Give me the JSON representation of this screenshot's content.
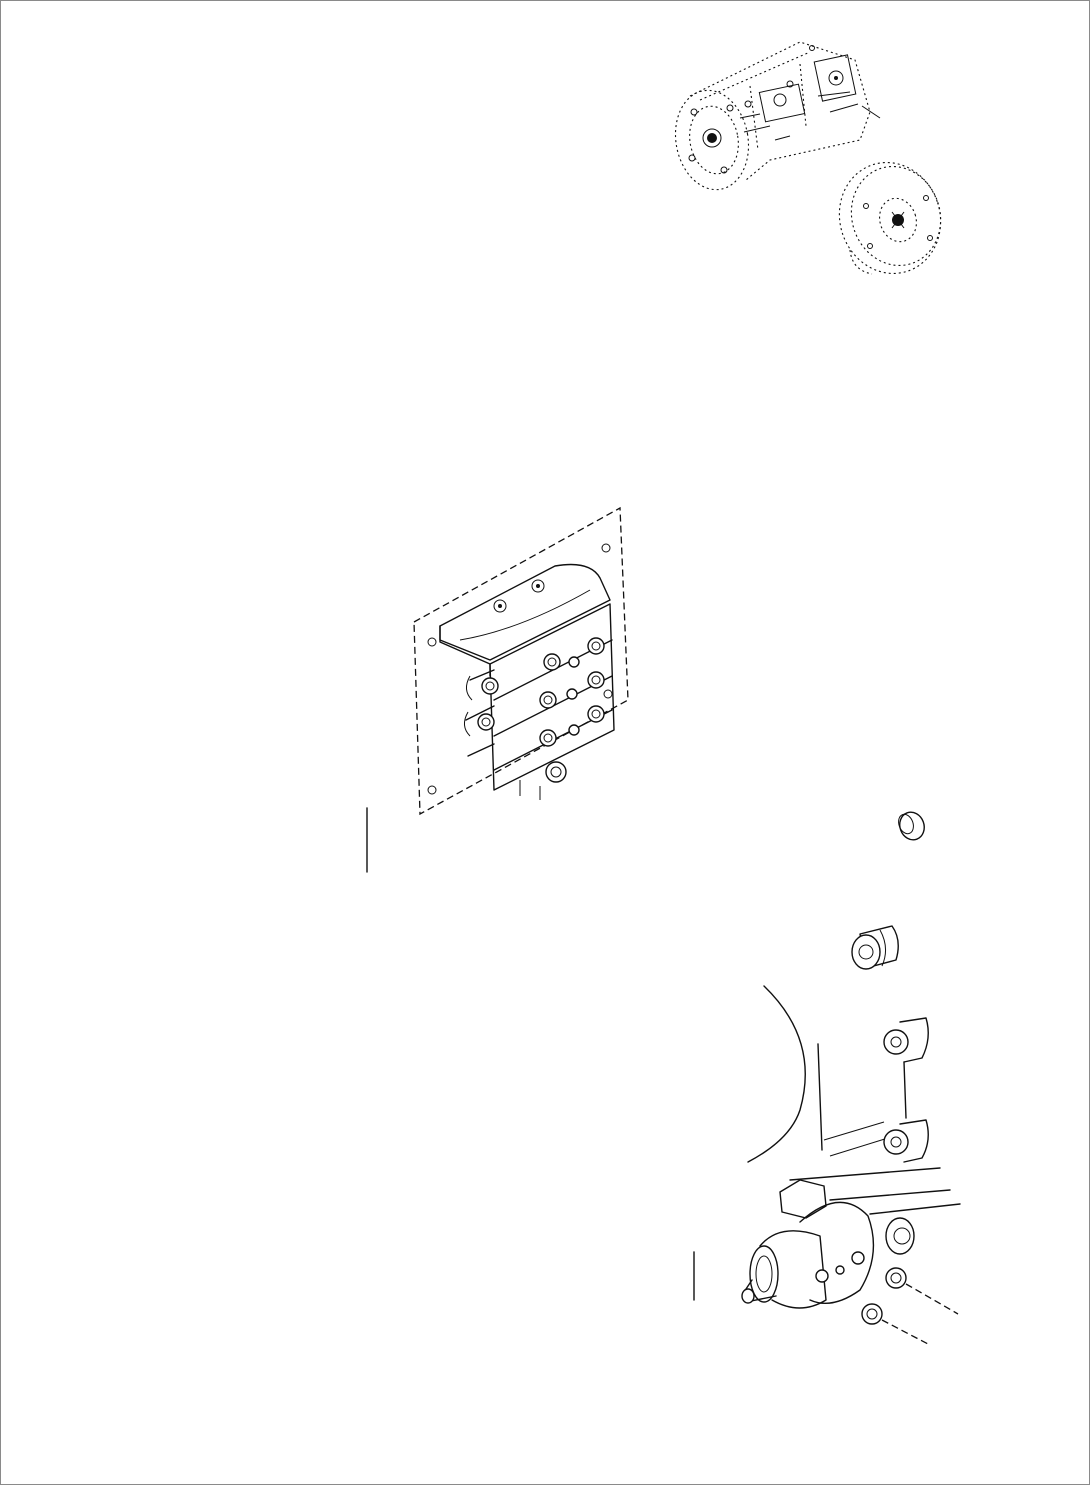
{
  "drawing": {
    "parts": [
      {
        "id": "hydraulic-pump",
        "icon": "pump-icon"
      },
      {
        "id": "drive-coupling",
        "icon": "coupling-disc-icon"
      },
      {
        "id": "control-valve-assembly",
        "icon": "control-valve-icon"
      },
      {
        "id": "steering-unit-assembly",
        "icon": "steering-unit-icon"
      },
      {
        "id": "cap-nut",
        "icon": "cap-nut-icon"
      },
      {
        "id": "hose-fitting",
        "icon": "fitting-icon"
      }
    ],
    "line_color": "#111111",
    "background": "#ffffff"
  }
}
